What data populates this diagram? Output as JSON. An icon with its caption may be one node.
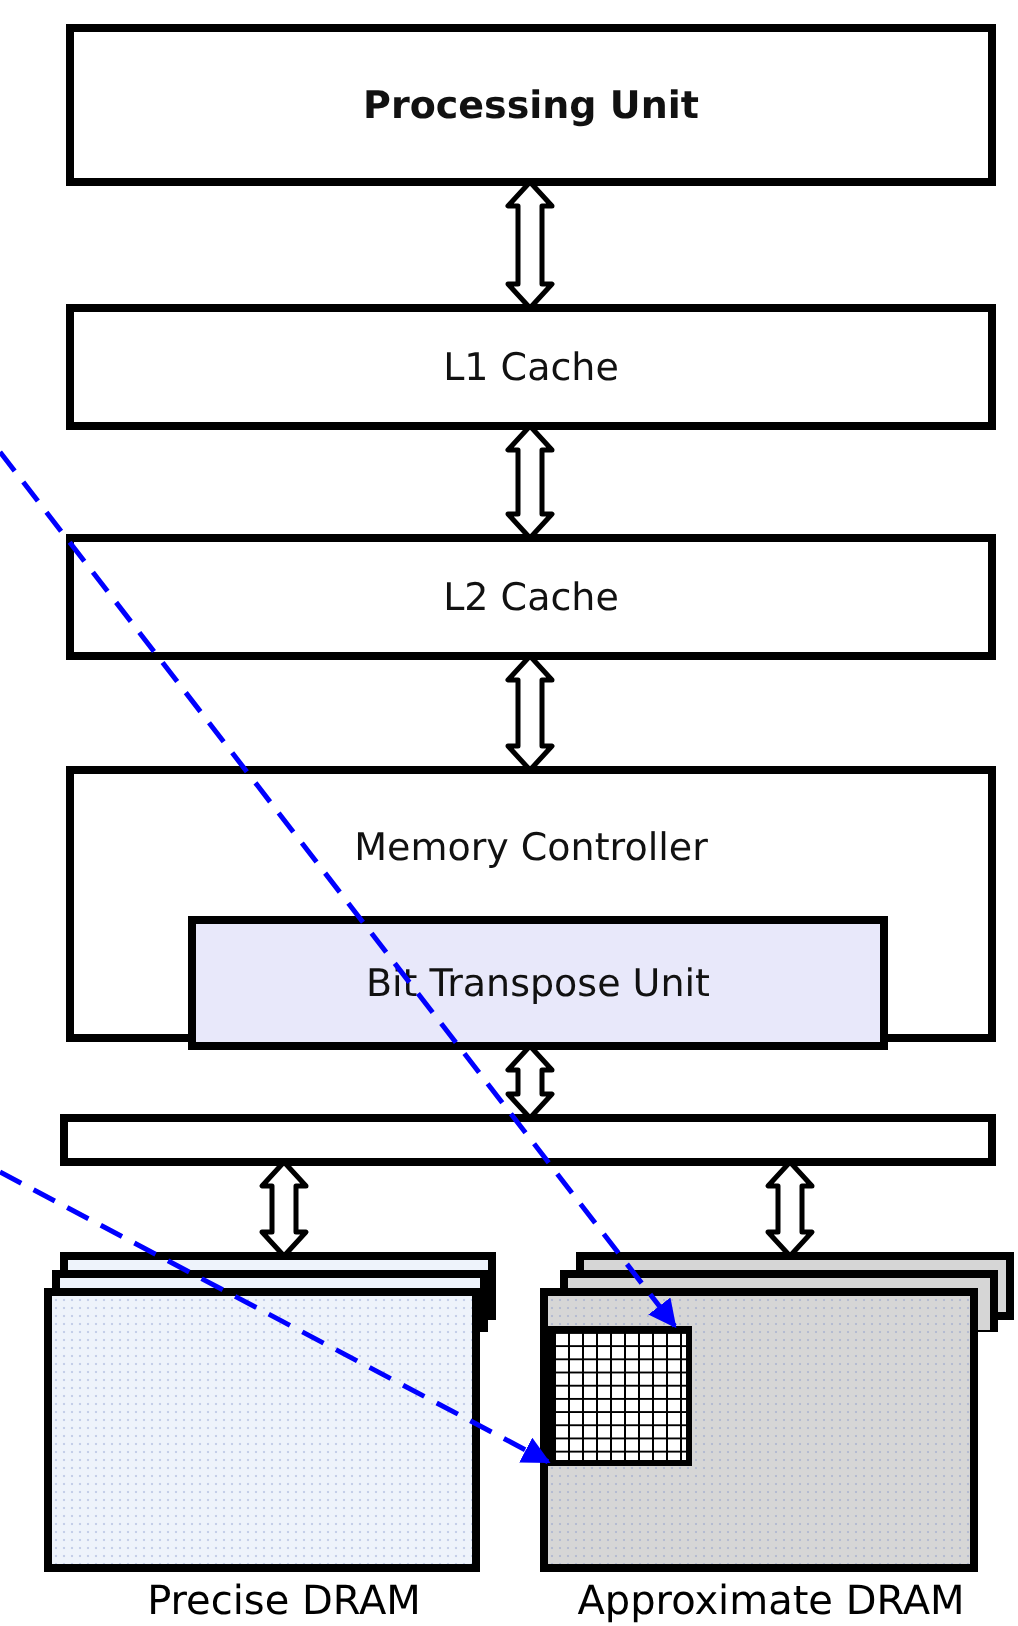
{
  "diagram": {
    "nodes": [
      {
        "text": [
          "Processing Unit"
        ]
      },
      {
        "text": [
          "L1 Cache"
        ]
      },
      {
        "text": [
          "L2 Cache"
        ]
      },
      {
        "text": [
          "Memory Controller"
        ]
      },
      {
        "text": [
          "Bit Transpose Unit"
        ],
        "in": 3
      },
      {
        "text": [],
        "shape": "bar"
      },
      {
        "text": [
          "Precise DRAM"
        ]
      },
      {
        "text": [
          "Approximate DRAM"
        ]
      },
      {
        "text": [],
        "shape": "box",
        "in": 7
      }
    ],
    "edges": [
      {
        "from": 0,
        "to": 1,
        "arrow": "both"
      },
      {
        "from": 1,
        "to": 2,
        "arrow": "both"
      },
      {
        "from": 2,
        "to": 3,
        "arrow": "both"
      },
      {
        "from": 4,
        "to": 5,
        "arrow": "both"
      },
      {
        "from": 5,
        "to": 6,
        "arrow": "both"
      },
      {
        "from": 5,
        "to": 7,
        "arrow": "both"
      },
      {
        "from": null,
        "to": 8,
        "arrow": "to",
        "style": "dashed",
        "color": "#0000ff"
      },
      {
        "from": null,
        "to": 8,
        "arrow": "to",
        "style": "dashed",
        "color": "#0000ff"
      }
    ]
  }
}
